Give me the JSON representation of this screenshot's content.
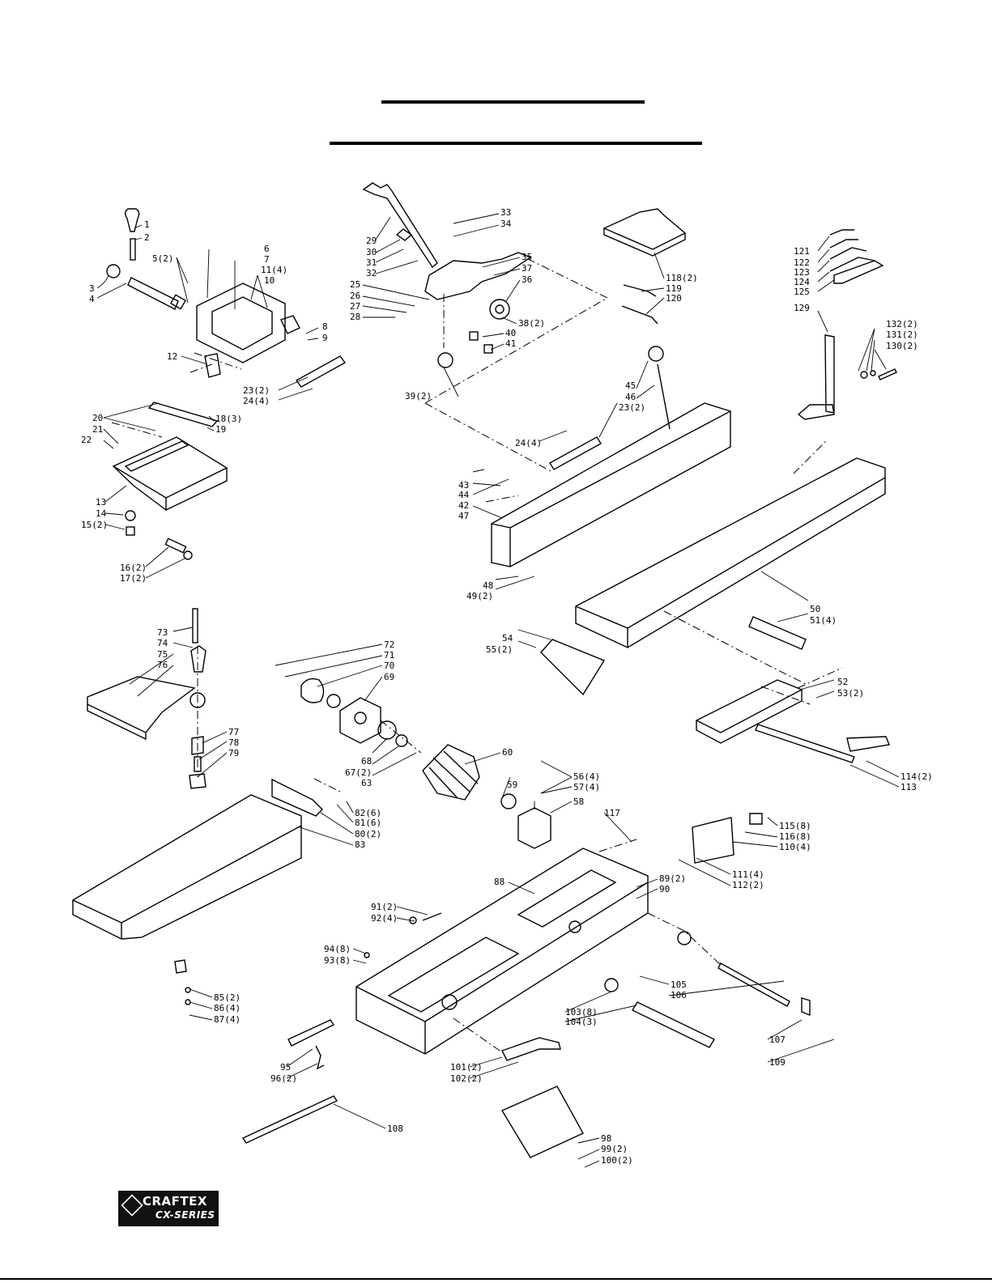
{
  "logo": {
    "line1": "CRAFTEX",
    "line2": "CX-SERIES"
  },
  "callouts": [
    {
      "id": "c1",
      "text": "1"
    },
    {
      "id": "c2",
      "text": "2"
    },
    {
      "id": "c3",
      "text": "3"
    },
    {
      "id": "c4",
      "text": "4"
    },
    {
      "id": "c5",
      "text": "5(2)"
    },
    {
      "id": "c6",
      "text": "6"
    },
    {
      "id": "c7",
      "text": "7"
    },
    {
      "id": "c11",
      "text": "11(4)"
    },
    {
      "id": "c10",
      "text": "10"
    },
    {
      "id": "c8",
      "text": "8"
    },
    {
      "id": "c9",
      "text": "9"
    },
    {
      "id": "c12",
      "text": "12"
    },
    {
      "id": "c23a",
      "text": "23(2)"
    },
    {
      "id": "c24a",
      "text": "24(4)"
    },
    {
      "id": "c20",
      "text": "20"
    },
    {
      "id": "c21",
      "text": "21"
    },
    {
      "id": "c22",
      "text": "22"
    },
    {
      "id": "c18",
      "text": "18(3)"
    },
    {
      "id": "c19",
      "text": "19"
    },
    {
      "id": "c13",
      "text": "13"
    },
    {
      "id": "c14",
      "text": "14"
    },
    {
      "id": "c15",
      "text": "15(2)"
    },
    {
      "id": "c16",
      "text": "16(2)"
    },
    {
      "id": "c17",
      "text": "17(2)"
    },
    {
      "id": "c29",
      "text": "29"
    },
    {
      "id": "c30",
      "text": "30"
    },
    {
      "id": "c31",
      "text": "31"
    },
    {
      "id": "c32",
      "text": "32"
    },
    {
      "id": "c33",
      "text": "33"
    },
    {
      "id": "c34",
      "text": "34"
    },
    {
      "id": "c35",
      "text": "35"
    },
    {
      "id": "c37",
      "text": "37"
    },
    {
      "id": "c36",
      "text": "36"
    },
    {
      "id": "c25",
      "text": "25"
    },
    {
      "id": "c26",
      "text": "26"
    },
    {
      "id": "c27",
      "text": "27"
    },
    {
      "id": "c28",
      "text": "28"
    },
    {
      "id": "c38",
      "text": "38(2)"
    },
    {
      "id": "c40",
      "text": "40"
    },
    {
      "id": "c41",
      "text": "41"
    },
    {
      "id": "c39",
      "text": "39(2)"
    },
    {
      "id": "c118",
      "text": "118(2)"
    },
    {
      "id": "c119",
      "text": "119"
    },
    {
      "id": "c120",
      "text": "120"
    },
    {
      "id": "c121",
      "text": "121"
    },
    {
      "id": "c122",
      "text": "122"
    },
    {
      "id": "c123",
      "text": "123"
    },
    {
      "id": "c124",
      "text": "124"
    },
    {
      "id": "c125",
      "text": "125"
    },
    {
      "id": "c129",
      "text": "129"
    },
    {
      "id": "c132",
      "text": "132(2)"
    },
    {
      "id": "c131",
      "text": "131(2)"
    },
    {
      "id": "c130",
      "text": "130(2)"
    },
    {
      "id": "c45",
      "text": "45"
    },
    {
      "id": "c46",
      "text": "46"
    },
    {
      "id": "c23b",
      "text": "23(2)"
    },
    {
      "id": "c24b",
      "text": "24(4)"
    },
    {
      "id": "c43",
      "text": "43"
    },
    {
      "id": "c44",
      "text": "44"
    },
    {
      "id": "c42",
      "text": "42"
    },
    {
      "id": "c47",
      "text": "47"
    },
    {
      "id": "c48",
      "text": "48"
    },
    {
      "id": "c49",
      "text": "49(2)"
    },
    {
      "id": "c50",
      "text": "50"
    },
    {
      "id": "c51",
      "text": "51(4)"
    },
    {
      "id": "c54",
      "text": "54"
    },
    {
      "id": "c55",
      "text": "55(2)"
    },
    {
      "id": "c52",
      "text": "52"
    },
    {
      "id": "c53",
      "text": "53(2)"
    },
    {
      "id": "c73",
      "text": "73"
    },
    {
      "id": "c74",
      "text": "74"
    },
    {
      "id": "c75",
      "text": "75"
    },
    {
      "id": "c76",
      "text": "76"
    },
    {
      "id": "c77",
      "text": "77"
    },
    {
      "id": "c78",
      "text": "78"
    },
    {
      "id": "c79",
      "text": "79"
    },
    {
      "id": "c72",
      "text": "72"
    },
    {
      "id": "c71",
      "text": "71"
    },
    {
      "id": "c70",
      "text": "70"
    },
    {
      "id": "c69",
      "text": "69"
    },
    {
      "id": "c68",
      "text": "68"
    },
    {
      "id": "c67",
      "text": "67(2)"
    },
    {
      "id": "c63",
      "text": "63"
    },
    {
      "id": "c60",
      "text": "60"
    },
    {
      "id": "c59",
      "text": "59"
    },
    {
      "id": "c56",
      "text": "56(4)"
    },
    {
      "id": "c57",
      "text": "57(4)"
    },
    {
      "id": "c58",
      "text": "58"
    },
    {
      "id": "c117",
      "text": "117"
    },
    {
      "id": "c114",
      "text": "114(2)"
    },
    {
      "id": "c113",
      "text": "113"
    },
    {
      "id": "c115",
      "text": "115(8)"
    },
    {
      "id": "c116",
      "text": "116(8)"
    },
    {
      "id": "c110",
      "text": "110(4)"
    },
    {
      "id": "c111",
      "text": "111(4)"
    },
    {
      "id": "c112",
      "text": "112(2)"
    },
    {
      "id": "c82",
      "text": "82(6)"
    },
    {
      "id": "c81",
      "text": "81(6)"
    },
    {
      "id": "c80",
      "text": "80(2)"
    },
    {
      "id": "c83",
      "text": "83"
    },
    {
      "id": "c88",
      "text": "88"
    },
    {
      "id": "c89",
      "text": "89(2)"
    },
    {
      "id": "c90",
      "text": "90"
    },
    {
      "id": "c91",
      "text": "91(2)"
    },
    {
      "id": "c92",
      "text": "92(4)"
    },
    {
      "id": "c94",
      "text": "94(8)"
    },
    {
      "id": "c93",
      "text": "93(8)"
    },
    {
      "id": "c85",
      "text": "85(2)"
    },
    {
      "id": "c86",
      "text": "86(4)"
    },
    {
      "id": "c87",
      "text": "87(4)"
    },
    {
      "id": "c105",
      "text": "105"
    },
    {
      "id": "c106",
      "text": "106"
    },
    {
      "id": "c103",
      "text": "103(8)"
    },
    {
      "id": "c104",
      "text": "104(3)"
    },
    {
      "id": "c107",
      "text": "107"
    },
    {
      "id": "c109",
      "text": "109"
    },
    {
      "id": "c95",
      "text": "95"
    },
    {
      "id": "c96",
      "text": "96(2)"
    },
    {
      "id": "c101",
      "text": "101(2)"
    },
    {
      "id": "c102",
      "text": "102(2)"
    },
    {
      "id": "c108",
      "text": "108"
    },
    {
      "id": "c98",
      "text": "98"
    },
    {
      "id": "c99",
      "text": "99(2)"
    },
    {
      "id": "c100",
      "text": "100(2)"
    }
  ]
}
